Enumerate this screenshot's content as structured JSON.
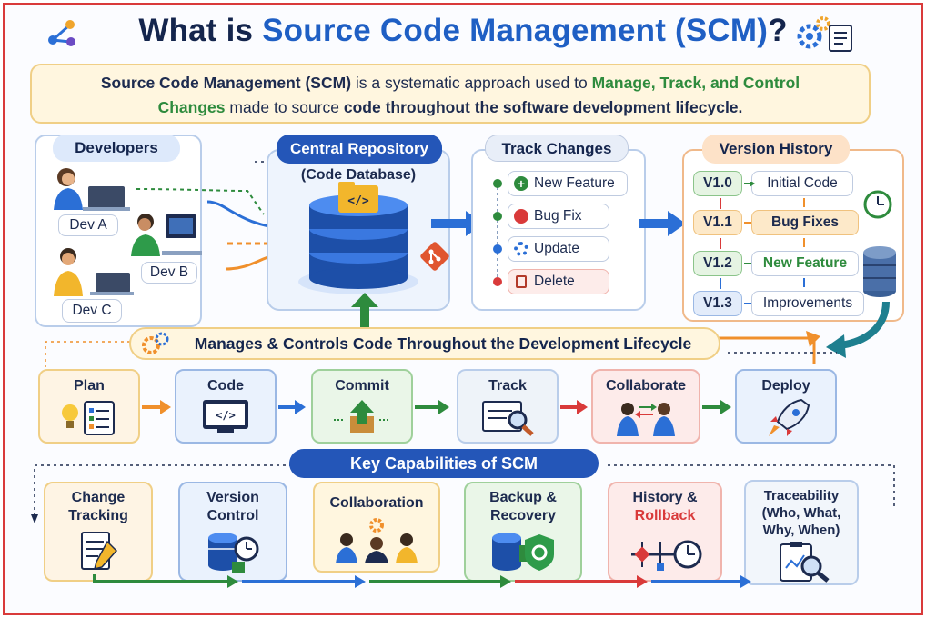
{
  "title": {
    "prefix": "What is ",
    "highlight": "Source Code Management (SCM)",
    "suffix": "?"
  },
  "intro": {
    "p1": "Source Code Management (SCM)",
    "p2": " is a systematic approach used to ",
    "p3": "Manage, Track, and Control",
    "p4": "Changes",
    "p5": " made to source ",
    "p6": "code throughout the software development lifecycle."
  },
  "developers": {
    "header": "Developers",
    "devs": [
      "Dev A",
      "Dev B",
      "Dev C"
    ]
  },
  "repository": {
    "header": "Central Repository",
    "subtitle": "(Code Database)"
  },
  "track_changes": {
    "header": "Track Changes",
    "items": [
      "New Feature",
      "Bug Fix",
      "Update",
      "Delete"
    ]
  },
  "version_history": {
    "header": "Version History",
    "rows": [
      {
        "version": "V1.0",
        "label": "Initial Code"
      },
      {
        "version": "V1.1",
        "label": "Bug Fixes"
      },
      {
        "version": "V1.2",
        "label": "New Feature"
      },
      {
        "version": "V1.3",
        "label": "Improvements"
      }
    ]
  },
  "lifecycle": {
    "banner": "Manages & Controls Code Throughout the Development Lifecycle",
    "stages": [
      "Plan",
      "Code",
      "Commit",
      "Track",
      "Collaborate",
      "Deploy"
    ]
  },
  "capabilities": {
    "header": "Key Capabilities of SCM",
    "items": [
      {
        "l1": "Change",
        "l2": "Tracking"
      },
      {
        "l1": "Version",
        "l2": "Control"
      },
      {
        "l1": "Collaboration",
        "l2": ""
      },
      {
        "l1": "Backup &",
        "l2": "Recovery"
      },
      {
        "l1": "History &",
        "l2": "Rollback"
      },
      {
        "l1": "Traceability",
        "l2": "(Who, What,",
        "l3": "Why, When)"
      }
    ]
  },
  "colors": {
    "title_dark": "#14254d",
    "title_blue": "#1f5fc4",
    "green": "#2e8b3d",
    "orange": "#f0902c",
    "red": "#d93a3a",
    "blue": "#2b6fd6"
  }
}
